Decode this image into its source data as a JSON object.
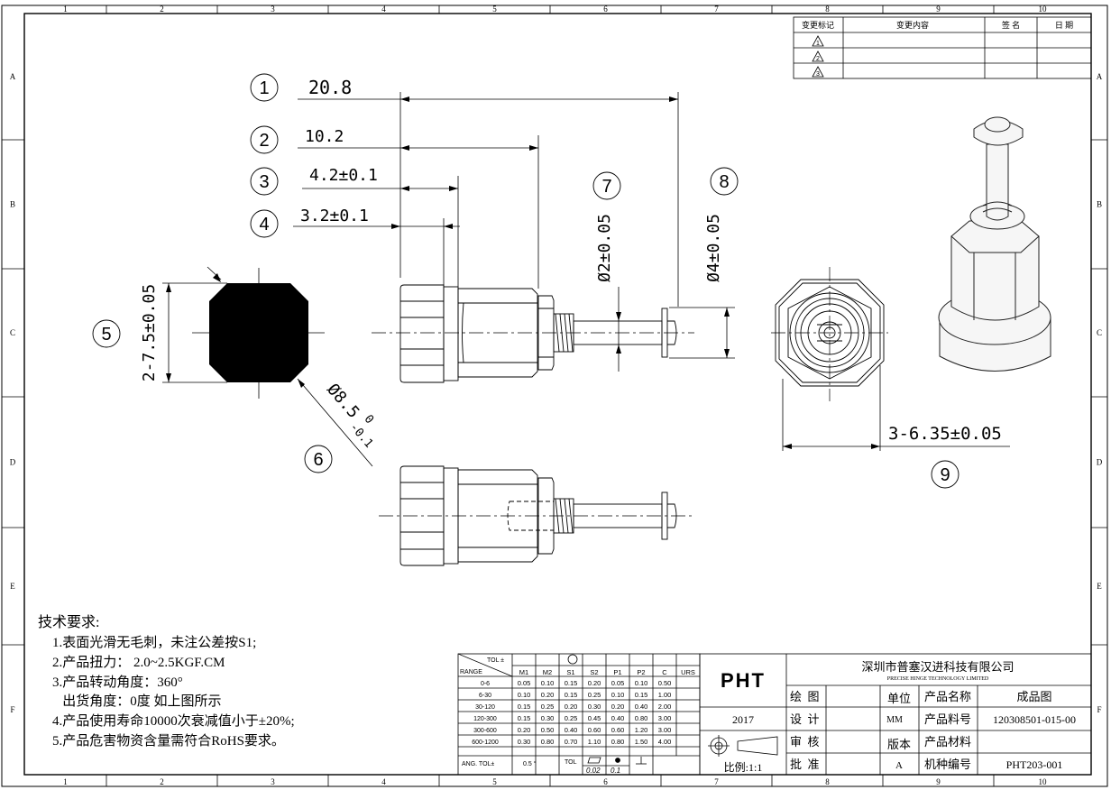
{
  "border": {
    "columns": [
      "1",
      "2",
      "3",
      "4",
      "5",
      "6",
      "7",
      "8",
      "9",
      "10"
    ],
    "rows": [
      "A",
      "B",
      "C",
      "D",
      "E",
      "F"
    ]
  },
  "revision_table": {
    "headers": [
      "变更标记",
      "变更内容",
      "签 名",
      "日 期"
    ],
    "rows": [
      [
        "1"
      ],
      [
        "2"
      ],
      [
        "3"
      ]
    ]
  },
  "dimensions": {
    "d1": {
      "num": "1",
      "value": "20.8"
    },
    "d2": {
      "num": "2",
      "value": "10.2"
    },
    "d3": {
      "num": "3",
      "value": "4.2±0.1"
    },
    "d4": {
      "num": "4",
      "value": "3.2±0.1"
    },
    "d5": {
      "num": "5",
      "value": "2-7.5±0.05"
    },
    "d6": {
      "num": "6",
      "value": "Ø8.5",
      "tol_upper": "0",
      "tol_lower": "-0.1"
    },
    "d7": {
      "num": "7",
      "value": "Ø2±0.05"
    },
    "d8": {
      "num": "8",
      "value": "Ø4±0.05"
    },
    "d9": {
      "num": "9",
      "value": "3-6.35±0.05"
    }
  },
  "tech_requirements": {
    "title": "技术要求:",
    "items": [
      "1.表面光滑无毛刺，未注公差按S1;",
      "2.产品扭力：  2.0~2.5KGF.CM",
      "3.产品转动角度：360°",
      "   出货角度：0度 如上图所示",
      "4.产品使用寿命10000次衰减值小于±20%;",
      "5.产品危害物资含量需符合RoHS要求。"
    ]
  },
  "tolerance_table": {
    "tol_label": "TOL ±",
    "range_label": "RANGE",
    "columns": [
      "M1",
      "M2",
      "S1",
      "S2",
      "P1",
      "P2",
      "C",
      "URS"
    ],
    "rows": [
      {
        "range": "0-6",
        "values": [
          "0.05",
          "0.10",
          "0.15",
          "0.20",
          "0.05",
          "0.10",
          "0.50",
          ""
        ]
      },
      {
        "range": "6-30",
        "values": [
          "0.10",
          "0.20",
          "0.15",
          "0.25",
          "0.10",
          "0.15",
          "1.00",
          ""
        ]
      },
      {
        "range": "30-120",
        "values": [
          "0.15",
          "0.25",
          "0.20",
          "0.30",
          "0.20",
          "0.40",
          "2.00",
          ""
        ]
      },
      {
        "range": "120-300",
        "values": [
          "0.15",
          "0.30",
          "0.25",
          "0.45",
          "0.40",
          "0.80",
          "3.00",
          ""
        ]
      },
      {
        "range": "300-600",
        "values": [
          "0.20",
          "0.50",
          "0.40",
          "0.60",
          "0.60",
          "1.20",
          "3.00",
          ""
        ]
      },
      {
        "range": "600-1200",
        "values": [
          "0.30",
          "0.80",
          "0.70",
          "1.10",
          "0.80",
          "1.50",
          "4.00",
          ""
        ]
      }
    ],
    "ang_label": "ANG.  TOL±",
    "ang_value": "0.5 °",
    "tol_short": "TOL",
    "flat_value": "0.02",
    "conc_value": "0.1"
  },
  "title_block": {
    "logo": "PHT",
    "company_cn": "深圳市普塞汉进科技有限公司",
    "company_en": "PRECISE HINGE TECHNOLOGY LIMITED",
    "draw_label": "绘  图",
    "design_label": "设  计",
    "check_label": "审  核",
    "approve_label": "批  准",
    "year": "2017",
    "scale": "比例:1:1",
    "unit_label": "单位",
    "unit_value": "MM",
    "version_label": "版本",
    "version_value": "A",
    "product_name_label": "产品名称",
    "product_name_value": "成品图",
    "part_no_label": "产品料号",
    "part_no_value": "120308501-015-00",
    "material_label": "产品材料",
    "material_value": "",
    "model_label": "机种编号",
    "model_value": "PHT203-001"
  }
}
